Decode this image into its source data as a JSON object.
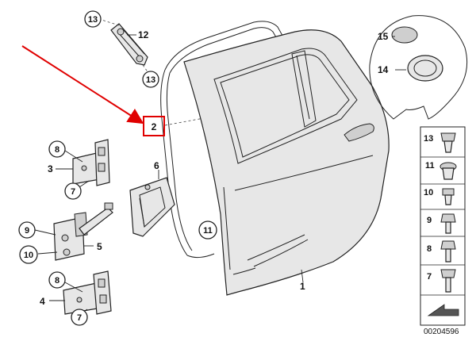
{
  "diagram": {
    "ref_number": "00204596",
    "callouts": {
      "c13_top": "13",
      "c12": "12",
      "c13_mid": "13",
      "c2": "2",
      "c15": "15",
      "c14": "14",
      "c8_top": "8",
      "c3": "3",
      "c7_top": "7",
      "c6": "6",
      "c9": "9",
      "c10": "10",
      "c5": "5",
      "c8_bot": "8",
      "c4": "4",
      "c7_bot": "7",
      "c11": "11",
      "c1": "1"
    },
    "fastener_column": [
      "13",
      "11",
      "10",
      "9",
      "8",
      "7"
    ],
    "highlight_color": "#e00000",
    "arrow_color": "#e00000"
  }
}
